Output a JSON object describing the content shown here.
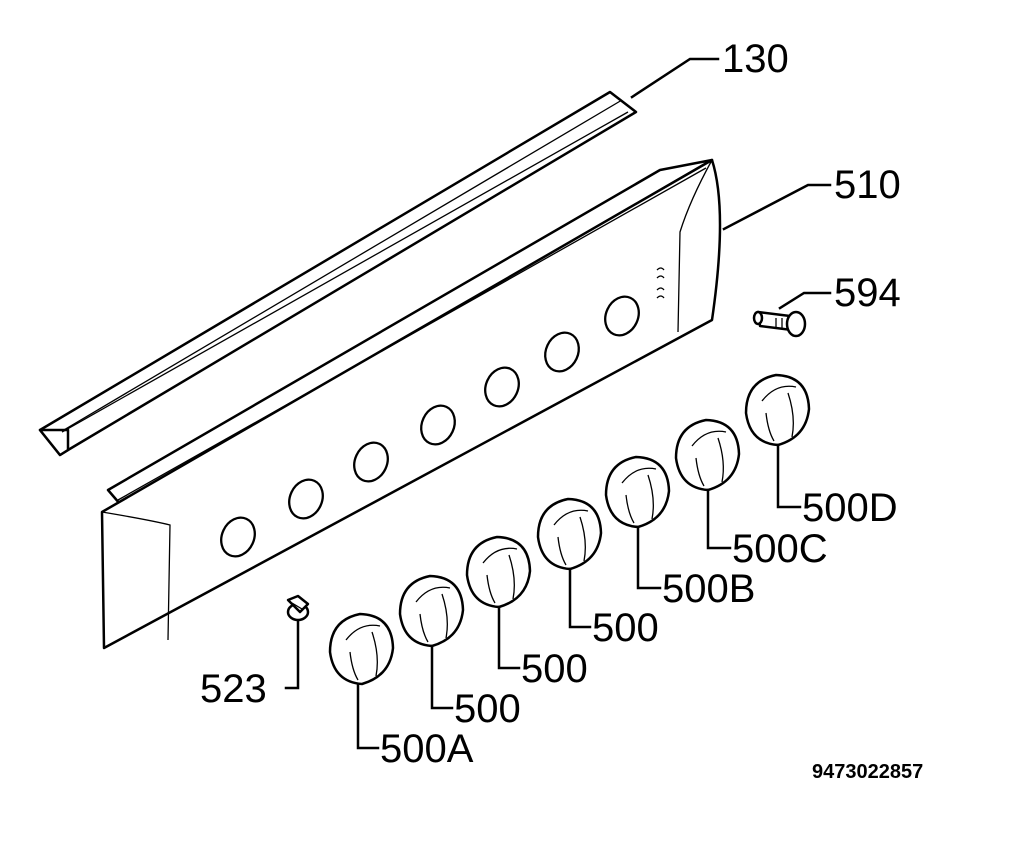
{
  "labels": {
    "trim_strip": "130",
    "control_panel": "510",
    "indicator_lamp": "594",
    "screw": "523",
    "knob_a": "500A",
    "knob_1": "500",
    "knob_2": "500",
    "knob_3": "500",
    "knob_b": "500B",
    "knob_c": "500C",
    "knob_d": "500D"
  },
  "drawing_code": "9473022857",
  "colors": {
    "line": "#000000",
    "background": "#ffffff"
  }
}
